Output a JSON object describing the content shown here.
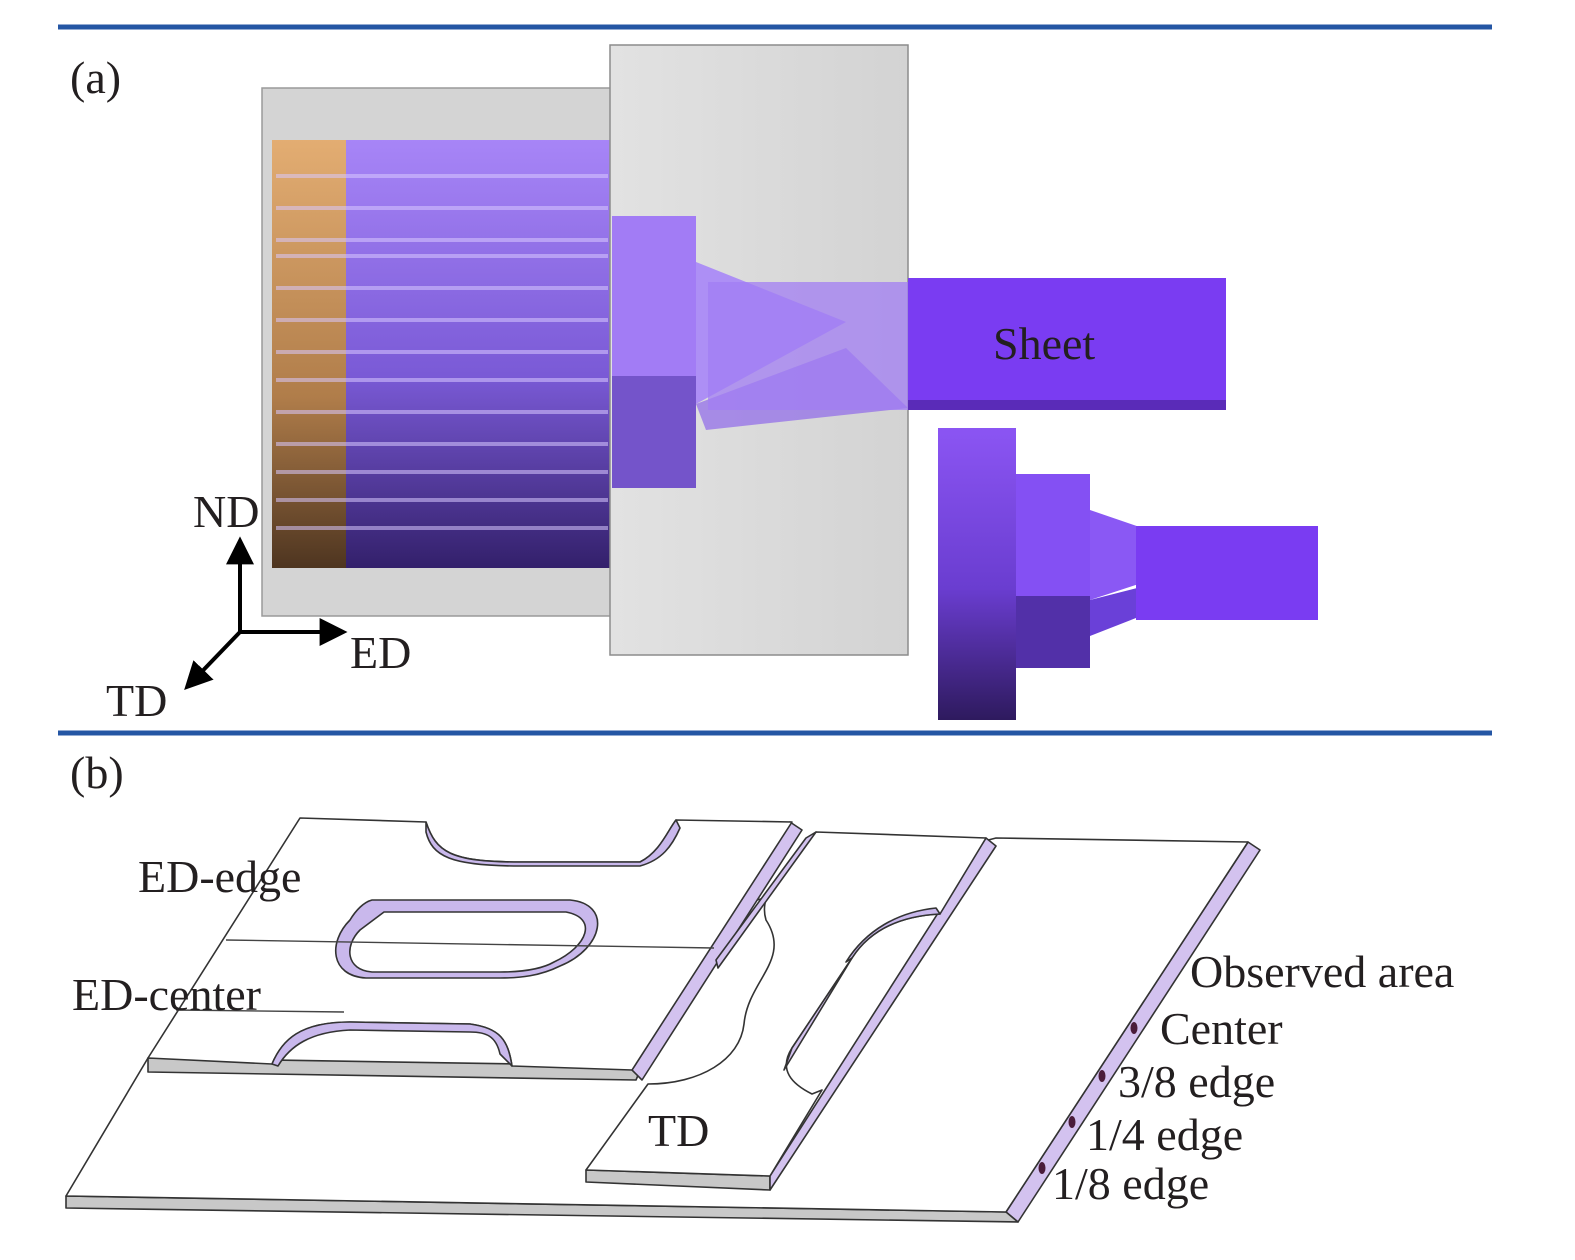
{
  "panel_a": {
    "label": "(a)",
    "sheet_label": "Sheet",
    "axis_nd": "ND",
    "axis_ed": "ED",
    "axis_td": "TD"
  },
  "panel_b": {
    "label": "(b)",
    "ed_edge": "ED-edge",
    "ed_center": "ED-center",
    "td": "TD",
    "observed_area": "Observed area",
    "positions": [
      "Center",
      "3/8 edge",
      "1/4 edge",
      "1/8 edge"
    ]
  },
  "colors": {
    "divider": "#2456a4",
    "die_gray": "#d9d9d9",
    "billet_purple": "#8a5cf0",
    "sheet_purple": "#7a3cf2",
    "billet_orange": "#d9a066",
    "edge_lavender": "#d3c2ef"
  }
}
